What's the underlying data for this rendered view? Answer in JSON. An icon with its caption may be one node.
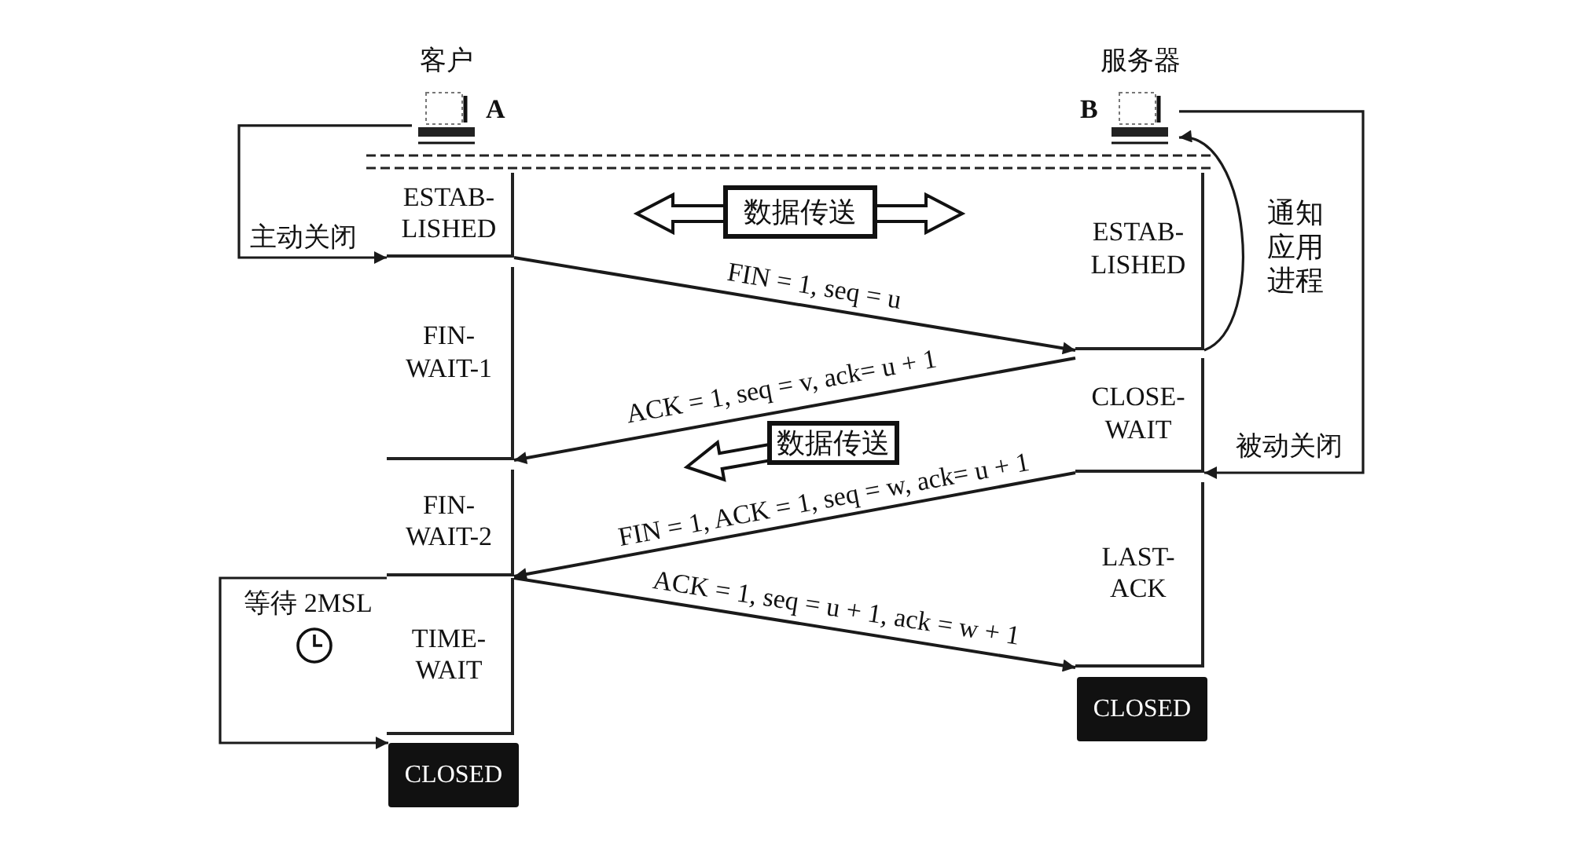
{
  "diagram": {
    "nodes": [
      {
        "text": [
          "客户"
        ],
        "beside": [
          "A"
        ]
      },
      {
        "text": [
          "服务器"
        ],
        "beside": [
          "B"
        ]
      },
      {
        "text": [
          "ESTAB- LISHED"
        ]
      },
      {
        "text": [
          "数据传送"
        ]
      },
      {
        "text": [
          "ESTAB- LISHED"
        ]
      },
      {
        "text": [
          "FIN- WAIT-1"
        ]
      },
      {
        "text": [
          "CLOSE- WAIT"
        ]
      },
      {
        "text": [
          "数据传送"
        ]
      },
      {
        "text": [
          "FIN- WAIT-2"
        ]
      },
      {
        "text": [
          "LAST- ACK"
        ]
      },
      {
        "text": [
          "TIME- WAIT"
        ]
      },
      {
        "text": [
          "CLOSED"
        ]
      },
      {
        "text": [
          "CLOSED"
        ]
      }
    ],
    "edges": [
      {
        "from": 0,
        "to": 2,
        "arrow": "to",
        "label": "主动关闭"
      },
      {
        "from": 2,
        "to": 4,
        "arrow": "to",
        "label": "FIN = 1, seq = u"
      },
      {
        "from": 4,
        "to": 1,
        "arrow": "to",
        "label": "通知应用进程"
      },
      {
        "from": 6,
        "to": 5,
        "arrow": "to",
        "label": "ACK = 1, seq = v, ack= u + 1"
      },
      {
        "from": 1,
        "to": 6,
        "arrow": "to",
        "label": "被动关闭"
      },
      {
        "from": 6,
        "to": 8,
        "arrow": "to",
        "label": "FIN = 1, ACK = 1, seq = w, ack= u + 1"
      },
      {
        "from": 10,
        "to": 9,
        "arrow": "to",
        "label": "ACK = 1, seq = u + 1, ack = w + 1"
      },
      {
        "from": 10,
        "to": 12,
        "arrow": "to",
        "label": "等待 2MSL"
      }
    ]
  }
}
